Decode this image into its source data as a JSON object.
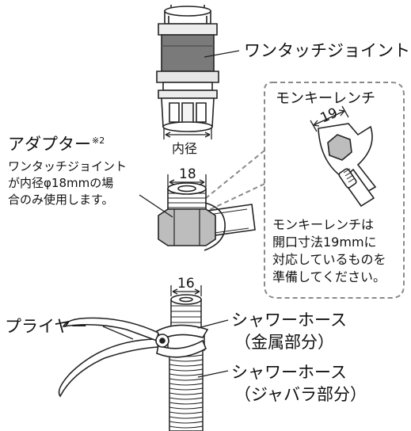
{
  "labels": {
    "one_touch_joint": "ワンタッチジョイント",
    "inner_diameter": "内径",
    "adapter": "アダプター",
    "adapter_note_mark": "※2",
    "adapter_note_line1": "ワンタッチジョイント",
    "adapter_note_line2": "が内径φ18mmの場",
    "adapter_note_line3": "合のみ使用します。",
    "monkey_wrench_title": "モンキーレンチ",
    "monkey_wrench_note_line1": "モンキーレンチは",
    "monkey_wrench_note_line2": "開口寸法19mmに",
    "monkey_wrench_note_line3": "対応しているものを",
    "monkey_wrench_note_line4": "準備してください。",
    "pliers": "プライヤー",
    "shower_hose_metal_line1": "シャワーホース",
    "shower_hose_metal_line2": "（金属部分）",
    "shower_hose_bellows_line1": "シャワーホース",
    "shower_hose_bellows_line2": "（ジャバラ部分）"
  },
  "dimensions": {
    "wrench_opening": "19",
    "adapter_width": "18",
    "hose_fitting_width": "16"
  },
  "colors": {
    "line": "#222222",
    "joint_dark_band": "#7a7a7a",
    "nut_grey": "#bdbdbd",
    "light_grey": "#e6e6e6",
    "callout_dash": "#8a8a8a"
  }
}
